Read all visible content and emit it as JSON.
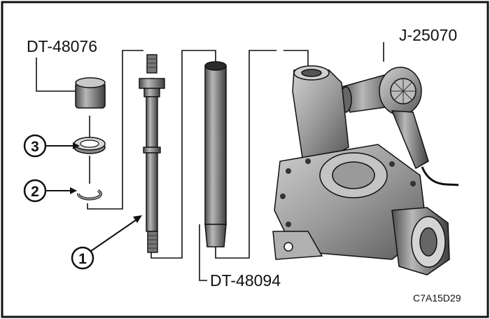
{
  "labels": {
    "tool_top_left": "DT-48076",
    "tool_top_right": "J-25070",
    "tool_bottom": "DT-48094",
    "figure_code": "C7A15D29"
  },
  "callouts": {
    "one": "1",
    "two": "2",
    "three": "3"
  },
  "icons": {
    "installer_cap": "installer-cap-icon",
    "bearing": "bearing-icon",
    "snap_ring": "snap-ring-icon",
    "shaft": "shaft-icon",
    "tube": "tube-icon",
    "heat_gun": "heat-gun-icon",
    "housing": "housing-icon"
  },
  "colors": {
    "line": "#111111",
    "part_fill": "#9a9a9a",
    "part_light": "#d2d2d2",
    "part_dark": "#555555"
  }
}
